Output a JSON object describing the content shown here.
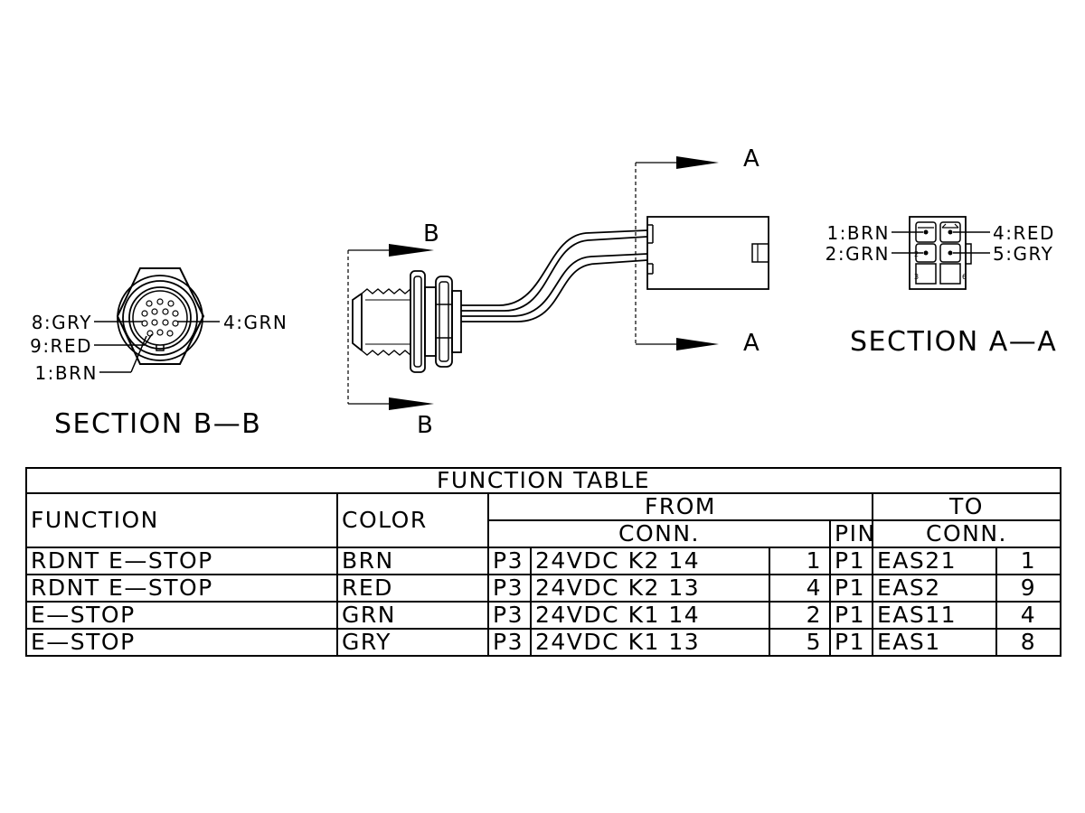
{
  "section_bb": {
    "title": "SECTION  B—B",
    "labels": [
      "8:GRY",
      "9:RED",
      "1:BRN",
      "4:GRN"
    ]
  },
  "cut_bb": {
    "top": "B",
    "bottom": "B"
  },
  "cut_aa": {
    "top": "A",
    "bottom": "A"
  },
  "section_aa": {
    "title": "SECTION  A—A",
    "labels": [
      "1:BRN",
      "2:GRN",
      "4:RED",
      "5:GRY"
    ],
    "pin_numbers": [
      "2",
      "3",
      "6"
    ]
  },
  "table": {
    "title": "FUNCTION  TABLE",
    "headers": {
      "function": "FUNCTION",
      "color": "COLOR",
      "from": "FROM",
      "to": "TO",
      "conn": "CONN.",
      "pin": "PIN"
    },
    "rows": [
      {
        "function": "RDNT  E—STOP",
        "color": "BRN",
        "from_id": "P3",
        "from_conn": "24VDC  K2  14",
        "from_pin": "1",
        "to_id": "P1",
        "to_conn": "EAS21",
        "to_pin": "1"
      },
      {
        "function": "RDNT  E—STOP",
        "color": "RED",
        "from_id": "P3",
        "from_conn": "24VDC  K2  13",
        "from_pin": "4",
        "to_id": "P1",
        "to_conn": "EAS2",
        "to_pin": "9"
      },
      {
        "function": "E—STOP",
        "color": "GRN",
        "from_id": "P3",
        "from_conn": "24VDC  K1  14",
        "from_pin": "2",
        "to_id": "P1",
        "to_conn": "EAS11",
        "to_pin": "4"
      },
      {
        "function": "E—STOP",
        "color": "GRY",
        "from_id": "P3",
        "from_conn": "24VDC  K1  13",
        "from_pin": "5",
        "to_id": "P1",
        "to_conn": "EAS1",
        "to_pin": "8"
      }
    ]
  }
}
